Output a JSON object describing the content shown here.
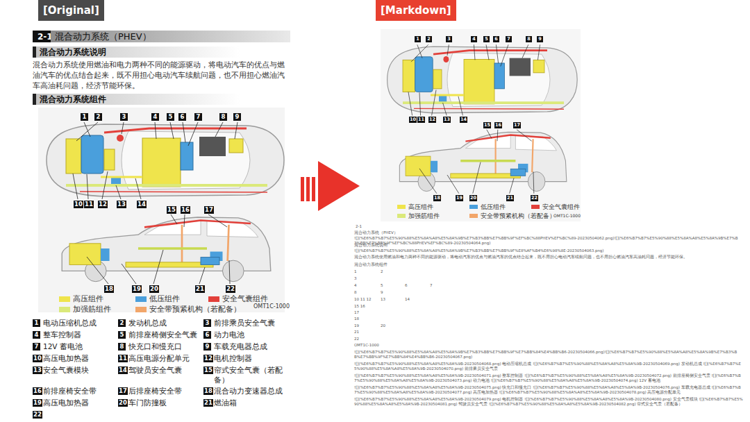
{
  "diagram": {
    "nodes": [
      {
        "text": [
          "[Original]"
        ]
      },
      {
        "text": [
          "[Markdown]"
        ]
      },
      {
        "text": [
          "2-1"
        ]
      },
      {
        "text": [
          "混合动力系统（PHEV）"
        ]
      },
      {
        "text": [
          "混合动力系统说明"
        ]
      },
      {
        "text": [
          "混合动力系统组件"
        ]
      }
    ],
    "labels": [
      "混合动力系统使用燃油和电力两种不同的能源驱动，将电动汽车的优点与燃油汽车的优点结合起来，既不用担心电动汽车续航问题，也不用担心燃油汽车高油耗问题，经济节能环保。",
      "1",
      "2",
      "3",
      "4",
      "5",
      "6",
      "7",
      "8",
      "9",
      "10",
      "11",
      "12",
      "13",
      "14",
      "15",
      "16",
      "17",
      "18",
      "19",
      "20",
      "21",
      "22",
      "OMT1C-1000",
      "1",
      "电动压缩机总成",
      "2",
      "发动机总成",
      "3",
      "前排乘员安全气囊",
      "4",
      "整车控制器",
      "5",
      "前排座椅侧安全气囊",
      "6",
      "动力电池",
      "7",
      "12V 蓄电池",
      "8",
      "快充口和慢充口",
      "9",
      "车载充电器总成",
      "10",
      "高压电加热器",
      "11",
      "高压电源分配单元",
      "12",
      "电机控制器",
      "13",
      "安全气囊模块",
      "14",
      "驾驶员安全气囊",
      "15",
      "帘式安全气囊（若配备）",
      "16",
      "前排座椅安全带",
      "17",
      "后排座椅安全带",
      "18",
      "混合动力变速器总成",
      "19",
      "高压电加热器",
      "20",
      "车门防撞板",
      "21",
      "燃油箱",
      "22",
      "1",
      "2",
      "3",
      "4",
      "5",
      "6",
      "7",
      "8",
      "9",
      "10",
      "11",
      "12",
      "13",
      "14",
      "15",
      "16",
      "17",
      "18",
      "19",
      "20",
      "21",
      "22",
      "OMT1C-1000",
      "2-1",
      "混合动力系统（PHEV）",
      "![](%E6%B7%B7%E5%90%88%E5%8A%A8%E5%8A%9B%E7%B3%BB%E7%BB%9F%EF%BC%88PHEV%EF%BC%89-20230504062.png)![](%E6%B7%B7%E5%90%88%E5%8A%A8%E5%8A%9B%E7%B3%BB%E7%BB%9F%EF%BC%88PHEV%EF%BC%89-20230504064.png)",
      "混合动力系统说明",
      "![](%E6%B7%B7%E5%90%88%E5%8A%A8%E5%8A%9B%E7%B3%BB%E7%BB%9F%E8%AF%B4%E6%98%8E-20230504063.png)",
      "混合动力系统使用燃油和电力两种不同的能源驱动，将电动汽车的优点与燃油汽车的优点结合起来，既不用担心电动汽车续航问题，也不用担心燃油汽车高油耗问题，经济节能环保。",
      "混合动力系统组件",
      "1",
      "2",
      "3",
      "4",
      "5",
      "6",
      "7",
      "8",
      "9",
      "10 11 12",
      "13",
      "14",
      "15 16",
      "17",
      "18",
      "19",
      "20",
      "21",
      "22",
      "OMT1C-1000",
      "![](%E6%B7%B7%E5%90%88%E5%8A%A8%E5%8A%9B%E7%B3%BB%E7%BB%9F%E7%BB%84%E4%BB%B6-20230504066.png)![](%E6%B7%B7%E5%90%88%E5%8A%A8%E5%8A%9B%E7%B3%BB%E7%BB%9F%E7%BB%84%E4%BB%B6-20230504067.png)",
      "![](%E6%B7%B7%E5%90%88%E5%8A%A8%E5%8A%9B-20230504068.png) 电动压缩机总成 ![](%E6%B7%B7%E5%90%88%E5%8A%A8%E5%8A%9B-20230504069.png) 发动机总成 ![](%E6%B7%B7%E5%90%88%E5%8A%A8%E5%8A%9B-20230504070.png) 前排乘员安全气囊",
      "![](%E6%B7%B7%E5%90%88%E5%8A%A8%E5%8A%9B-20230504071.png) 整车控制器 ![](%E6%B7%B7%E5%90%88%E5%8A%A8%E5%8A%9B-20230504072.png) 前排座椅侧安全气囊 ![](%E6%B7%B7%E5%90%88%E5%8A%A8%E5%8A%9B-20230504073.png) 动力电池 ![](%E6%B7%B7%E5%90%88%E5%8A%A8%E5%8A%9B-20230504074.png) 12V 蓄电池",
      "![](%E6%B7%B7%E5%90%88%E5%8A%A8%E5%8A%9B-20230504075.png) 快充口和慢充口 ![](%E6%B7%B7%E5%90%88%E5%8A%A8%E5%8A%9B-20230504076.png) 车载充电器总成 ![](%E6%B7%B7%E5%90%88%E5%8A%A8%E5%8A%9B-20230504077.png) 高压电加热器 ![](%E6%B7%B7%E5%90%88%E5%8A%A8%E5%8A%9B-20230504078.png) 高压电源分配单元",
      "![](%E6%B7%B7%E5%90%88%E5%8A%A8%E5%8A%9B-20230504079.png) 电机控制器 ![](%E6%B7%B7%E5%90%88%E5%8A%A8%E5%8A%9B-20230504080.png) 安全气囊模块 ![](%E6%B7%B7%E5%90%88%E5%8A%A8%E5%8A%9B-20230504081.png) 驾驶员安全气囊 ![](%E6%B7%B7%E5%90%88%E5%8A%A8%E5%8A%9B-20230504082.png) 帘式安全气囊（若配备）"
    ],
    "legend": [
      {
        "text": "高压组件",
        "color": "#efe44c"
      },
      {
        "text": "低压组件",
        "color": "#4a9fdc"
      },
      {
        "text": "安全气囊组件",
        "color": "#e2403a"
      },
      {
        "text": "加强筋组件",
        "color": "#dbe97a"
      },
      {
        "text": "安全带预紧机构（若配备）",
        "color": "#f2a66a"
      },
      {
        "text": "高压组件",
        "color": "#efe44c"
      },
      {
        "text": "低压组件",
        "color": "#4a9fdc"
      },
      {
        "text": "安全气囊组件",
        "color": "#e2403a"
      },
      {
        "text": "加强筋组件",
        "color": "#dbe97a"
      },
      {
        "text": "安全带预紧机构（若配备）",
        "color": "#f2a66a"
      }
    ]
  }
}
